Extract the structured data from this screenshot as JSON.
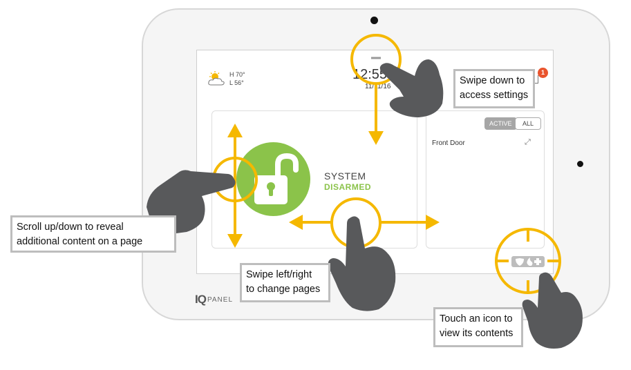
{
  "device": {
    "brand_logo": "IQ",
    "brand_text": "PANEL"
  },
  "weather": {
    "icon": "partly-cloudy-icon",
    "high": "H 70°",
    "low": "L 56°"
  },
  "clock": {
    "time": "12:55",
    "date": "11/11/16"
  },
  "notifications": {
    "count": "1",
    "badge_color": "#e9542d"
  },
  "security": {
    "status_title": "SYSTEM",
    "status_value": "DISARMED",
    "status_color": "#8bc34a",
    "lock_icon": "unlocked-padlock-icon"
  },
  "sensors": {
    "tabs": [
      "ACTIVE",
      "ALL"
    ],
    "selected_tab": "ACTIVE",
    "items": [
      {
        "name": "Front Door",
        "icon": "door-open-icon"
      }
    ]
  },
  "tray_icons": [
    "shield-icon",
    "fire-icon",
    "medical-cross-icon"
  ],
  "callouts": {
    "settings": [
      "Swipe down to",
      "access settings"
    ],
    "scroll": [
      "Scroll up/down to reveal",
      "additional content on a page"
    ],
    "swipe": [
      "Swipe left/right",
      "to change pages"
    ],
    "touch": [
      "Touch an icon to",
      "view its contents"
    ]
  },
  "colors": {
    "gesture_ring": "#f5b800",
    "hand": "#58595b"
  }
}
